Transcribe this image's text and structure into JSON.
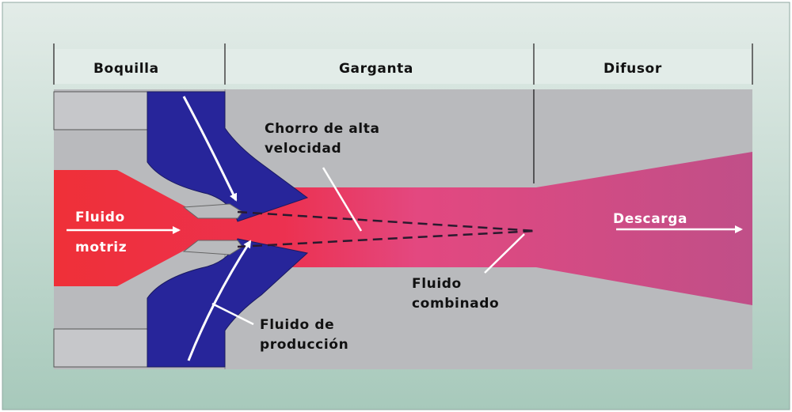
{
  "headers": {
    "nozzle": "Boquilla",
    "throat": "Garganta",
    "diffuser": "Difusor"
  },
  "labels": {
    "high_speed_jet_line1": "Chorro de alta",
    "high_speed_jet_line2": "velocidad",
    "motive_fluid_line1": "Fluido",
    "motive_fluid_line2": "motriz",
    "discharge": "Descarga",
    "combined_fluid_line1": "Fluido",
    "combined_fluid_line2": "combinado",
    "production_fluid_line1": "Fluido de",
    "production_fluid_line2": "producción"
  },
  "colors": {
    "background_top": "#dfe9e5",
    "background_bottom": "#a9cbbd",
    "housing_gray": "#b9babd",
    "production_blue": "#27259a",
    "motive_red": "#ee2f3a",
    "mix_pink": "#e4457c",
    "diffuser_magenta": "#c24e86",
    "header_strip": "#e2ece8"
  }
}
